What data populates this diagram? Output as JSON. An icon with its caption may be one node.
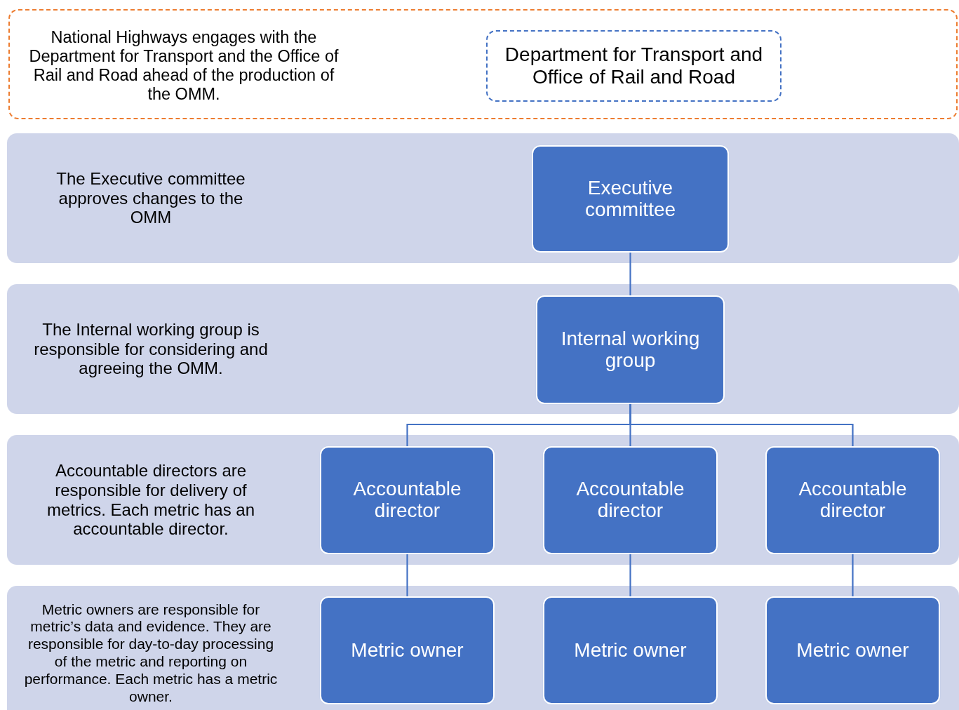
{
  "diagram": {
    "nodes": [
      {
        "text": [
          "National Highways engages with the Department for Transport and the Office of Rail and Road ahead of the production of the OMM."
        ]
      },
      {
        "text": [
          "Department for Transport and Office of Rail and Road"
        ],
        "in": 0
      },
      {
        "text": [
          "The Executive committee approves changes to the OMM"
        ]
      },
      {
        "text": [
          "Executive committee"
        ],
        "in": 2
      },
      {
        "text": [
          "The Internal working group is responsible for considering and agreeing the OMM."
        ]
      },
      {
        "text": [
          "Internal working group"
        ],
        "in": 4
      },
      {
        "text": [
          "Accountable directors are responsible for delivery of metrics. Each metric has an accountable director."
        ]
      },
      {
        "text": [
          "Accountable director"
        ],
        "in": 6
      },
      {
        "text": [
          "Accountable director"
        ],
        "in": 6
      },
      {
        "text": [
          "Accountable director"
        ],
        "in": 6
      },
      {
        "text": [
          "Metric owners are responsible for metric’s data and evidence. They are responsible for day-to-day processing of the metric and reporting on performance. Each metric has a metric owner."
        ]
      },
      {
        "text": [
          "Metric owner"
        ],
        "in": 10
      },
      {
        "text": [
          "Metric owner"
        ],
        "in": 10
      },
      {
        "text": [
          "Metric owner"
        ],
        "in": 10
      }
    ],
    "edges": [
      {
        "from": 3,
        "to": 5,
        "arrow": "none"
      },
      {
        "from": 5,
        "to": 7,
        "arrow": "none"
      },
      {
        "from": 5,
        "to": 8,
        "arrow": "none"
      },
      {
        "from": 5,
        "to": 9,
        "arrow": "none"
      },
      {
        "from": 7,
        "to": 11,
        "arrow": "none"
      },
      {
        "from": 8,
        "to": 12,
        "arrow": "none"
      },
      {
        "from": 9,
        "to": 13,
        "arrow": "none"
      }
    ]
  }
}
